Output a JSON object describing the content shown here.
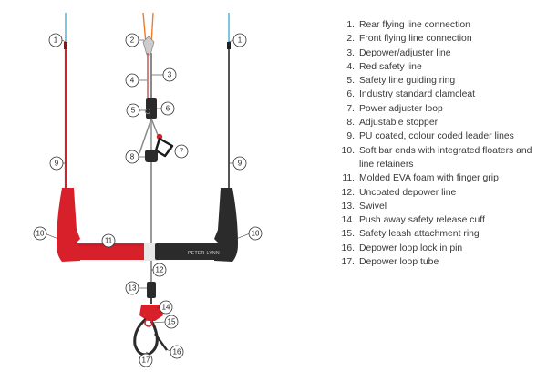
{
  "legend": {
    "items": [
      {
        "num": "1.",
        "text": "Rear flying line connection"
      },
      {
        "num": "2.",
        "text": "Front flying line connection"
      },
      {
        "num": "3.",
        "text": "Depower/adjuster line"
      },
      {
        "num": "4.",
        "text": "Red safety line"
      },
      {
        "num": "5.",
        "text": "Safety line guiding ring"
      },
      {
        "num": "6.",
        "text": "Industry standard clamcleat"
      },
      {
        "num": "7.",
        "text": "Power adjuster loop"
      },
      {
        "num": "8.",
        "text": "Adjustable stopper"
      },
      {
        "num": "9.",
        "text": "PU coated, colour coded leader lines"
      },
      {
        "num": "10.",
        "text": "Soft bar ends with integrated floaters and line retainers"
      },
      {
        "num": "11.",
        "text": "Molded EVA foam with finger grip"
      },
      {
        "num": "12.",
        "text": "Uncoated depower line"
      },
      {
        "num": "13.",
        "text": "Swivel"
      },
      {
        "num": "14.",
        "text": "Push away safety release cuff"
      },
      {
        "num": "15.",
        "text": "Safety leash attachment ring"
      },
      {
        "num": "16.",
        "text": "Depower loop lock in pin"
      },
      {
        "num": "17.",
        "text": "Depower loop tube"
      }
    ]
  },
  "diagram": {
    "bar_brand": "PETER LYNN",
    "callouts": {
      "c1_left": "1",
      "c1_right": "1",
      "c2": "2",
      "c3": "3",
      "c4": "4",
      "c5": "5",
      "c6": "6",
      "c7": "7",
      "c8": "8",
      "c9_left": "9",
      "c9_right": "9",
      "c10_left": "10",
      "c10_right": "10",
      "c11": "11",
      "c12": "12",
      "c13": "13",
      "c14": "14",
      "c15": "15",
      "c16": "16",
      "c17": "17"
    },
    "colors": {
      "red": "#d8202b",
      "dark": "#2b2b2b",
      "rear_line": "#4fb6d8",
      "front_line": "#f07a2a",
      "callout_stroke": "#333333"
    }
  }
}
